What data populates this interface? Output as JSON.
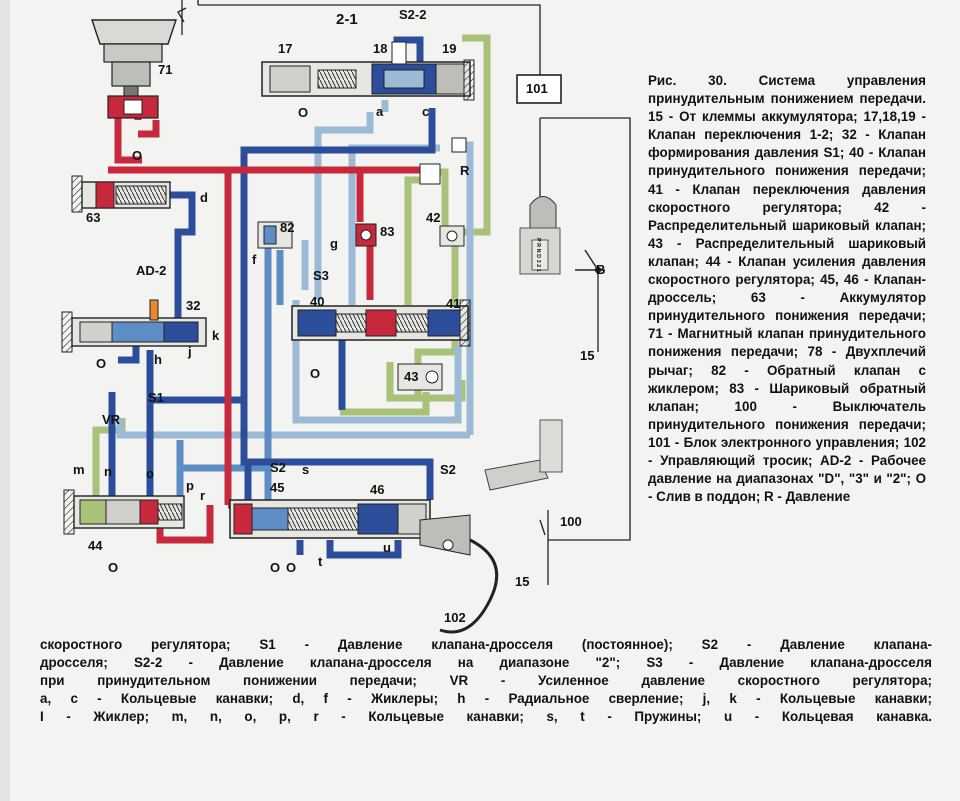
{
  "figure": {
    "number_title": "Рис. 30. Система управления принудительным понижением передачи.",
    "side_caption": "Рис. 30. Система управления принудительным понижением передачи. 15 - От клеммы аккумулятора; 17,18,19 - Клапан переключения 1-2; 32 - Клапан формирования давления S1; 40 - Клапан принудительного понижения передачи; 41 - Клапан переключения давления скоростного регулятора; 42 - Распределительный шариковый клапан; 43 - Распределительный шариковый клапан; 44 - Клапан усиления давления скоростного регулятора; 45, 46 - Клапан-дроссель; 63 - Аккумулятор принудительного понижения передачи; 71 - Магнитный клапан принудительного понижения передачи; 78 - Двухплечий рычаг; 82 - Обратный клапан с жиклером; 83 - Шариковый обратный клапан; 100 - Выключатель принудительного понижения передачи; 101 - Блок электронного управления; 102 - Управляющий тросик; AD-2 - Рабочее давление на диапазонах \"D\", \"3\" и \"2\"; O - Слив в поддон; R - Давление",
    "bottom_lines": [
      "скоростного регулятора; S1 - Давление клапана-дросселя (постоянное);      S2 - Давление клапана-",
      "дросселя; S2-2 - Давление клапана-дросселя на диапазоне \"2\"; S3 - Давление клапана-дросселя",
      "при принудительном понижении передачи; VR - Усиленное давление скоростного регулятора;",
      "a, c - Кольцевые канавки; d, f - Жиклеры; h - Радиальное сверление; j, k - Кольцевые канавки;",
      "I - Жиклер; m, n, o, p, r - Кольцевые канавки; s, t - Пружины; u - Кольцевая канавка."
    ]
  },
  "labels": {
    "valve_2_1": "2-1",
    "s2_2": "S2-2",
    "n17": "17",
    "n18": "18",
    "n19": "19",
    "n71": "71",
    "n101": "101",
    "a": "a",
    "c": "c",
    "o1": "O",
    "o2": "O",
    "r": "R",
    "d": "d",
    "n63": "63",
    "n42": "42",
    "n82": "82",
    "n83": "83",
    "f": "f",
    "g": "g",
    "s3": "S3",
    "ad2": "AD-2",
    "n32": "32",
    "k": "k",
    "h": "h",
    "j": "j",
    "o3": "O",
    "n40": "40",
    "n41": "41",
    "o4": "O",
    "n43": "43",
    "b": "B",
    "n15a": "15",
    "s1": "S1",
    "vr": "VR",
    "m": "m",
    "n": "n",
    "o_groove": "o",
    "p": "p",
    "r_groove": "r",
    "s2a": "S2",
    "s2b": "S2",
    "s": "s",
    "n45": "45",
    "n46": "46",
    "t": "t",
    "u": "u",
    "n44": "44",
    "o5": "O",
    "o6": "O",
    "o7": "O",
    "n100": "100",
    "n15b": "15",
    "n102": "102",
    "shifter_gates": "P R N D 3 2 1"
  },
  "colors": {
    "red": "#c8283c",
    "blue": "#2c4e9a",
    "light_blue": "#9cb9d6",
    "mid_blue": "#5d8dc4",
    "green": "#a8c27a",
    "outline": "#222222",
    "paper": "#f3f3f1"
  }
}
